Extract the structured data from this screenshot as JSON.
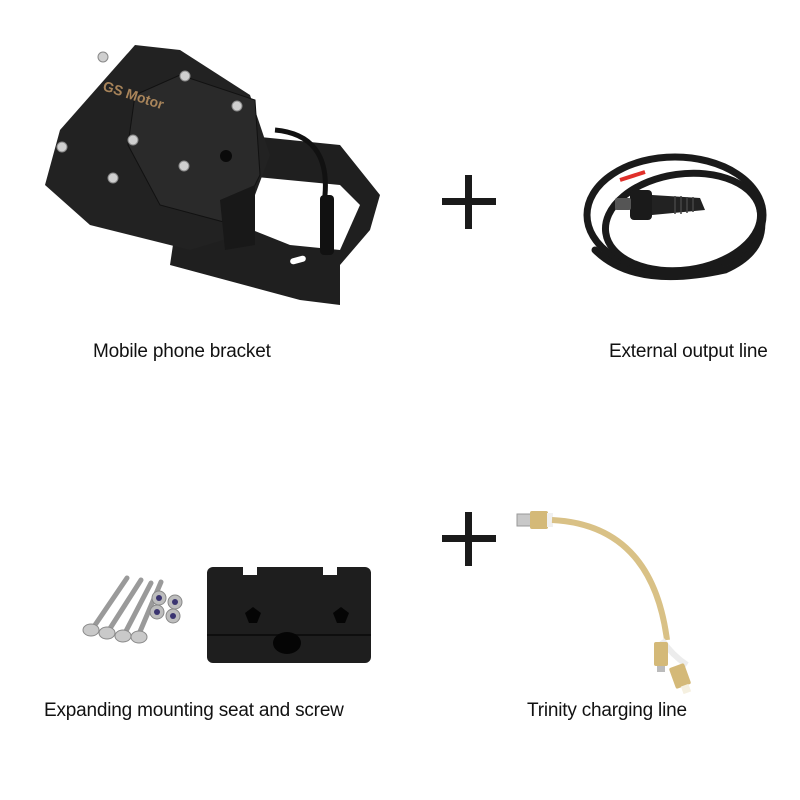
{
  "items": [
    {
      "label": "Mobile phone bracket",
      "brand_text": "GS Motor"
    },
    {
      "label": "External output line"
    },
    {
      "label": "Expanding mounting seat and screw"
    },
    {
      "label": "Trinity charging line"
    }
  ],
  "separators": [
    "+",
    "+"
  ],
  "colors": {
    "background": "#ffffff",
    "product_black": "#1c1c1c",
    "cable_gold": "#d4b978",
    "wire_red": "#e0302a",
    "text": "#111111"
  }
}
